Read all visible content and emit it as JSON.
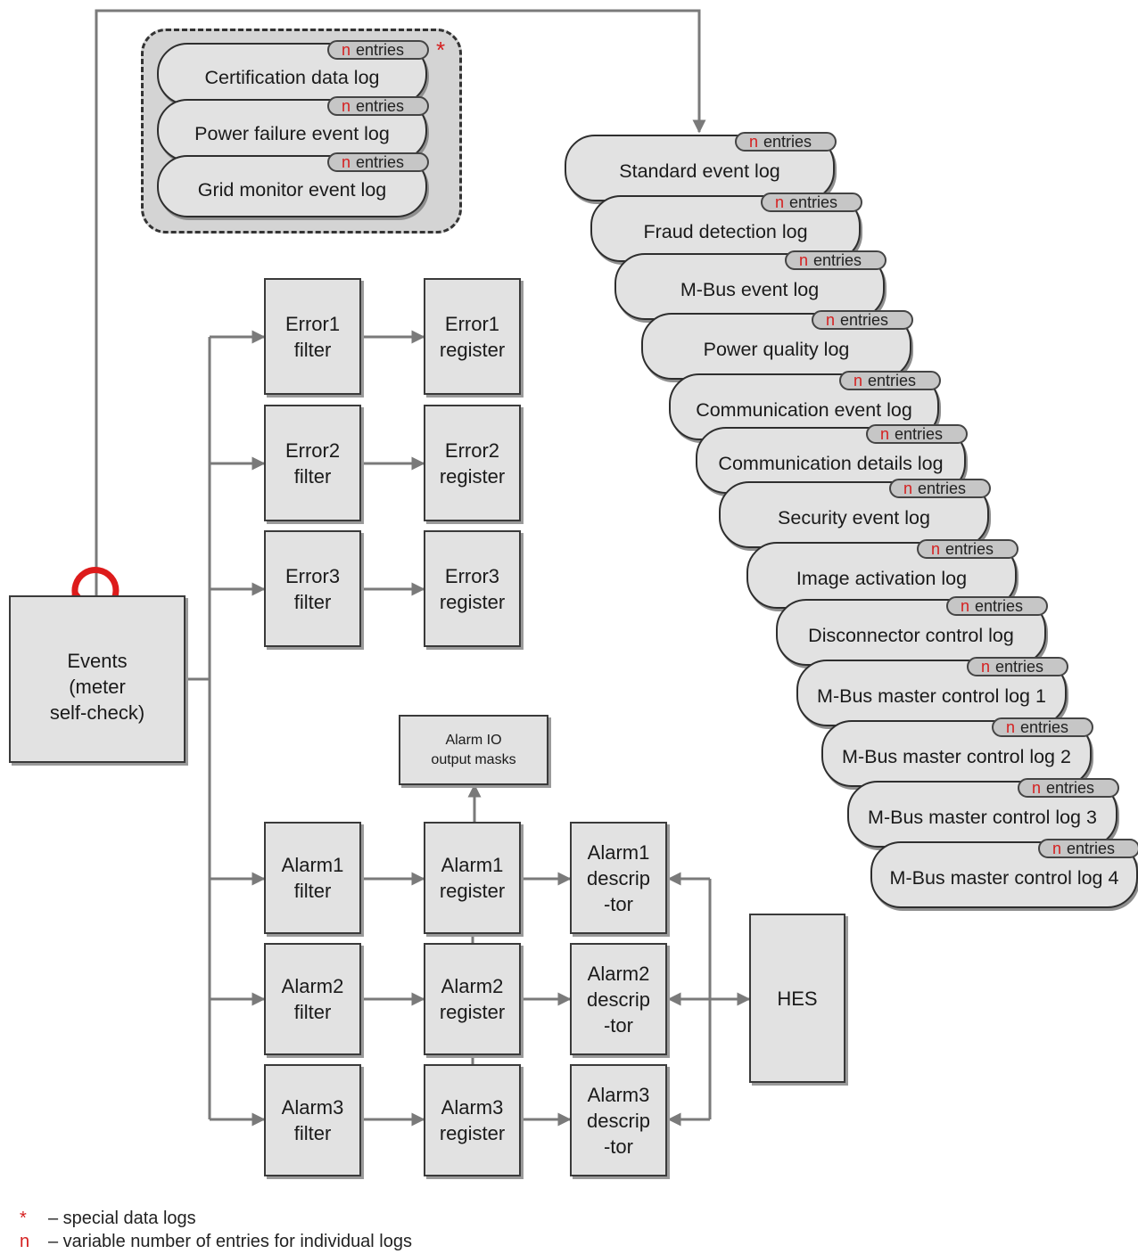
{
  "events": {
    "label": "Events\n(meter\nself-check)"
  },
  "entries_badge": {
    "n": "n",
    "text": "entries"
  },
  "special_star": "*",
  "special_logs": [
    {
      "name": "Certification data log"
    },
    {
      "name": "Power failure event log"
    },
    {
      "name": "Grid monitor event log"
    }
  ],
  "logs": [
    {
      "name": "Standard event log"
    },
    {
      "name": "Fraud detection log"
    },
    {
      "name": "M-Bus event log"
    },
    {
      "name": "Power quality log"
    },
    {
      "name": "Communication event log"
    },
    {
      "name": "Communication details log"
    },
    {
      "name": "Security event log"
    },
    {
      "name": "Image activation log"
    },
    {
      "name": "Disconnector control log"
    },
    {
      "name": "M-Bus master control log 1"
    },
    {
      "name": "M-Bus master control log 2"
    },
    {
      "name": "M-Bus master control log 3"
    },
    {
      "name": "M-Bus master control log 4"
    }
  ],
  "error_filters": [
    "Error1\nfilter",
    "Error2\nfilter",
    "Error3\nfilter"
  ],
  "error_registers": [
    "Error1\nregister",
    "Error2\nregister",
    "Error3\nregister"
  ],
  "alarm_filters": [
    "Alarm1\nfilter",
    "Alarm2\nfilter",
    "Alarm3\nfilter"
  ],
  "alarm_registers": [
    "Alarm1\nregister",
    "Alarm2\nregister",
    "Alarm3\nregister"
  ],
  "alarm_descriptors": [
    "Alarm1\ndescrip\n-tor",
    "Alarm2\ndescrip\n-tor",
    "Alarm3\ndescrip\n-tor"
  ],
  "alarm_io": {
    "label": "Alarm IO\noutput masks"
  },
  "hes": {
    "label": "HES"
  },
  "legend": {
    "star_mark": "*",
    "star_text": "– special data logs",
    "n_mark": "n",
    "n_text": "– variable number of entries for individual logs"
  },
  "colors": {
    "accent_red": "#d51f1f",
    "box_fill": "#e2e2e2",
    "line_grey": "#7a7a7a"
  }
}
